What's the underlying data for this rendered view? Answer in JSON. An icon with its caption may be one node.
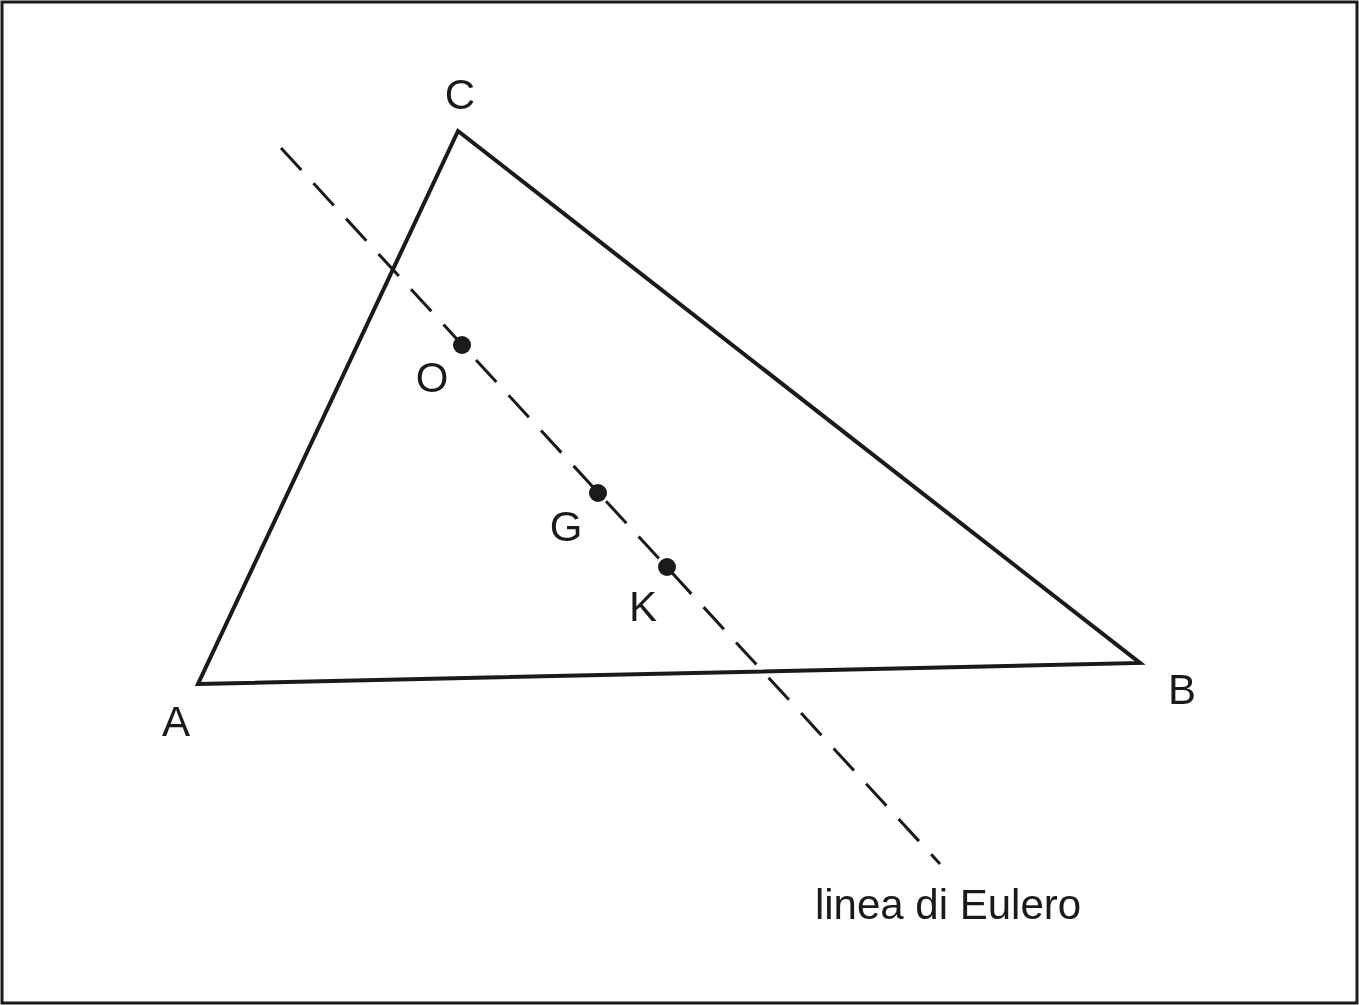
{
  "diagram": {
    "labels": [
      "C",
      "O",
      "G",
      "K",
      "A",
      "B",
      "linea di Eulero"
    ]
  }
}
